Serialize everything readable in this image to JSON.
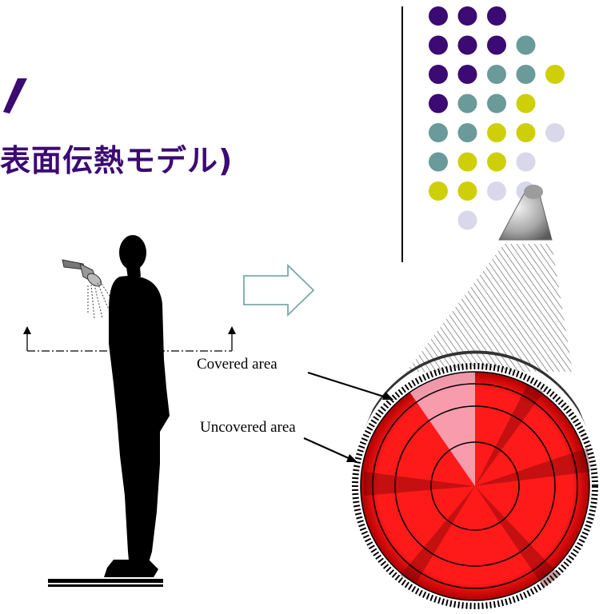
{
  "slide": {
    "title_fragment": "表面伝熱モデル)"
  },
  "diagram": {
    "covered_label": "Covered area",
    "uncovered_label": "Uncovered area"
  },
  "colors": {
    "title": "#3b0a72",
    "dot_purple": "#3b0a72",
    "dot_teal": "#6a9a9a",
    "dot_yellow": "#cfcf08",
    "dot_lavender": "#d8d8ea",
    "disk_red": "#ff1a1a",
    "covered_pink": "#f6b3c8"
  },
  "dot_grid": [
    [
      "purple",
      "purple",
      "purple",
      "",
      ""
    ],
    [
      "purple",
      "purple",
      "purple",
      "teal",
      ""
    ],
    [
      "purple",
      "purple",
      "teal",
      "teal",
      "yellow"
    ],
    [
      "purple",
      "teal",
      "teal",
      "yellow",
      ""
    ],
    [
      "teal",
      "teal",
      "yellow",
      "yellow",
      "lavender"
    ],
    [
      "teal",
      "yellow",
      "yellow",
      "lavender",
      ""
    ],
    [
      "yellow",
      "yellow",
      "lavender",
      "lavender",
      ""
    ],
    [
      "",
      "lavender",
      "",
      "",
      ""
    ]
  ],
  "icons": [
    "shower-head-icon",
    "human-silhouette-icon",
    "arrow-right-icon",
    "nozzle-icon"
  ]
}
